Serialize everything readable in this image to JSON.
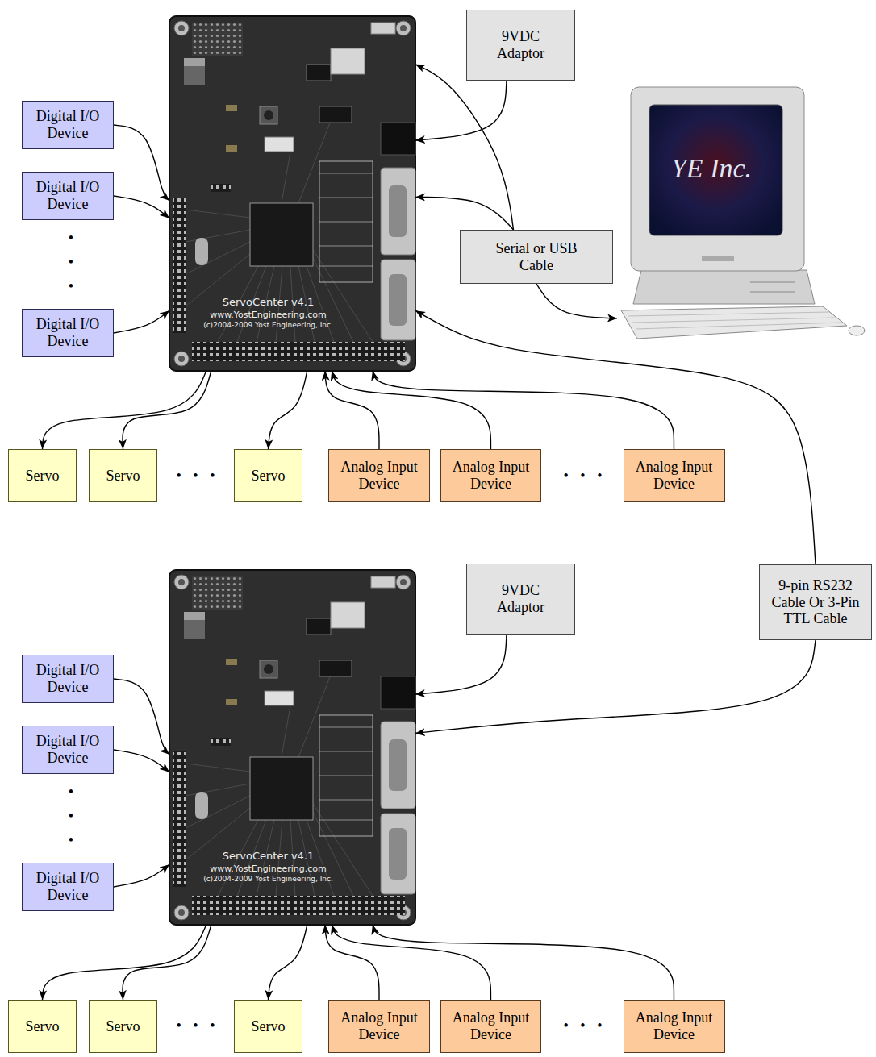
{
  "diagram": {
    "nodes": [
      {
        "text": [
          "9VDC Adaptor"
        ]
      },
      {
        "text": [
          "Digital I/O Device"
        ]
      },
      {
        "text": [
          "Digital I/O Device"
        ]
      },
      {
        "text": [
          "Digital I/O Device"
        ]
      },
      {
        "text": [
          "ServoCenter v4.1",
          "www.YostEngineering.com",
          "(c)2004-2009 Yost Engineering, Inc."
        ]
      },
      {
        "text": [
          "YE Inc."
        ]
      },
      {
        "text": [
          "Serial or USB Cable"
        ]
      },
      {
        "text": [
          "Servo"
        ]
      },
      {
        "text": [
          "Servo"
        ]
      },
      {
        "text": [
          "Servo"
        ]
      },
      {
        "text": [
          "Analog Input Device"
        ]
      },
      {
        "text": [
          "Analog Input Device"
        ]
      },
      {
        "text": [
          "Analog Input Device"
        ]
      },
      {
        "text": [
          "9VDC Adaptor"
        ]
      },
      {
        "text": [
          "9-pin RS232 Cable Or 3-Pin TTL Cable"
        ]
      },
      {
        "text": [
          "Digital I/O Device"
        ]
      },
      {
        "text": [
          "Digital I/O Device"
        ]
      },
      {
        "text": [
          "Digital I/O Device"
        ]
      },
      {
        "text": [
          "ServoCenter v4.1",
          "www.YostEngineering.com",
          "(c)2004-2009 Yost Engineering, Inc."
        ]
      },
      {
        "text": [
          "Servo"
        ]
      },
      {
        "text": [
          "Servo"
        ]
      },
      {
        "text": [
          "Servo"
        ]
      },
      {
        "text": [
          "Analog Input Device"
        ]
      },
      {
        "text": [
          "Analog Input Device"
        ]
      },
      {
        "text": [
          "Analog Input Device"
        ]
      }
    ],
    "edges": [
      {
        "from": 0,
        "to": 4,
        "arrow": "to"
      },
      {
        "from": 1,
        "to": 4,
        "arrow": "to"
      },
      {
        "from": 2,
        "to": 4,
        "arrow": "to"
      },
      {
        "from": 3,
        "to": 4,
        "arrow": "to"
      },
      {
        "from": 6,
        "to": 4,
        "arrow": "to"
      },
      {
        "from": 6,
        "to": 4,
        "arrow": "to"
      },
      {
        "from": 6,
        "to": 5,
        "arrow": "to"
      },
      {
        "from": 4,
        "to": 7,
        "arrow": "to"
      },
      {
        "from": 4,
        "to": 8,
        "arrow": "to"
      },
      {
        "from": 4,
        "to": 9,
        "arrow": "to"
      },
      {
        "from": 10,
        "to": 4,
        "arrow": "to"
      },
      {
        "from": 11,
        "to": 4,
        "arrow": "to"
      },
      {
        "from": 12,
        "to": 4,
        "arrow": "to"
      },
      {
        "from": 14,
        "to": 4,
        "arrow": "to"
      },
      {
        "from": 14,
        "to": 18,
        "arrow": "to"
      },
      {
        "from": 13,
        "to": 18,
        "arrow": "to"
      },
      {
        "from": 15,
        "to": 18,
        "arrow": "to"
      },
      {
        "from": 16,
        "to": 18,
        "arrow": "to"
      },
      {
        "from": 17,
        "to": 18,
        "arrow": "to"
      },
      {
        "from": 18,
        "to": 19,
        "arrow": "to"
      },
      {
        "from": 18,
        "to": 20,
        "arrow": "to"
      },
      {
        "from": 18,
        "to": 21,
        "arrow": "to"
      },
      {
        "from": 22,
        "to": 18,
        "arrow": "to"
      },
      {
        "from": 23,
        "to": 18,
        "arrow": "to"
      },
      {
        "from": 24,
        "to": 18,
        "arrow": "to"
      }
    ],
    "labels": [
      "• • •",
      "• • •",
      "• • •",
      "• • •",
      "• • •",
      "• • •"
    ]
  }
}
